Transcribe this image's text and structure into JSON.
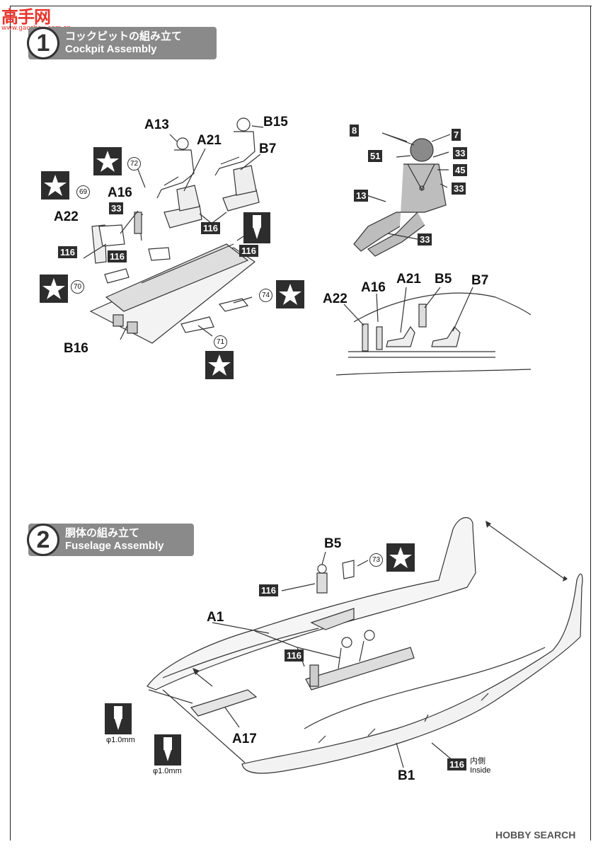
{
  "watermark": {
    "title": "高手网",
    "sub": "www.gaoshou.com.cn"
  },
  "step1": {
    "number": "1",
    "jp": "コックピットの組み立て",
    "en": "Cockpit Assembly"
  },
  "step2": {
    "number": "2",
    "jp": "胴体の組み立て",
    "en": "Fuselage Assembly"
  },
  "parts": {
    "a13": "A13",
    "b15": "B15",
    "a21": "A21",
    "b7": "B7",
    "a16": "A16",
    "a22": "A22",
    "b16": "B16",
    "a22b": "A22",
    "a16b": "A16",
    "a21b": "A21",
    "b5": "B5",
    "b7b": "B7",
    "b5c": "B5",
    "a1": "A1",
    "a17": "A17",
    "b1": "B1"
  },
  "paint": {
    "p33a": "33",
    "p116a": "116",
    "p116b": "116",
    "p116c": "116",
    "p116d": "116",
    "p8": "8",
    "p7": "7",
    "p51": "51",
    "p33b": "33",
    "p45": "45",
    "p13": "13",
    "p33c": "33",
    "p33d": "33",
    "p116e": "116",
    "p116f": "116",
    "p116g": "116"
  },
  "decals": {
    "d72": "72",
    "d69": "69",
    "d70": "70",
    "d74": "74",
    "d71": "71",
    "d73": "73"
  },
  "drill": {
    "dim1": "φ1.0mm",
    "dim2": "φ1.0mm"
  },
  "inside": {
    "jp": "内側",
    "en": "Inside"
  },
  "footer": "HOBBY SEARCH"
}
